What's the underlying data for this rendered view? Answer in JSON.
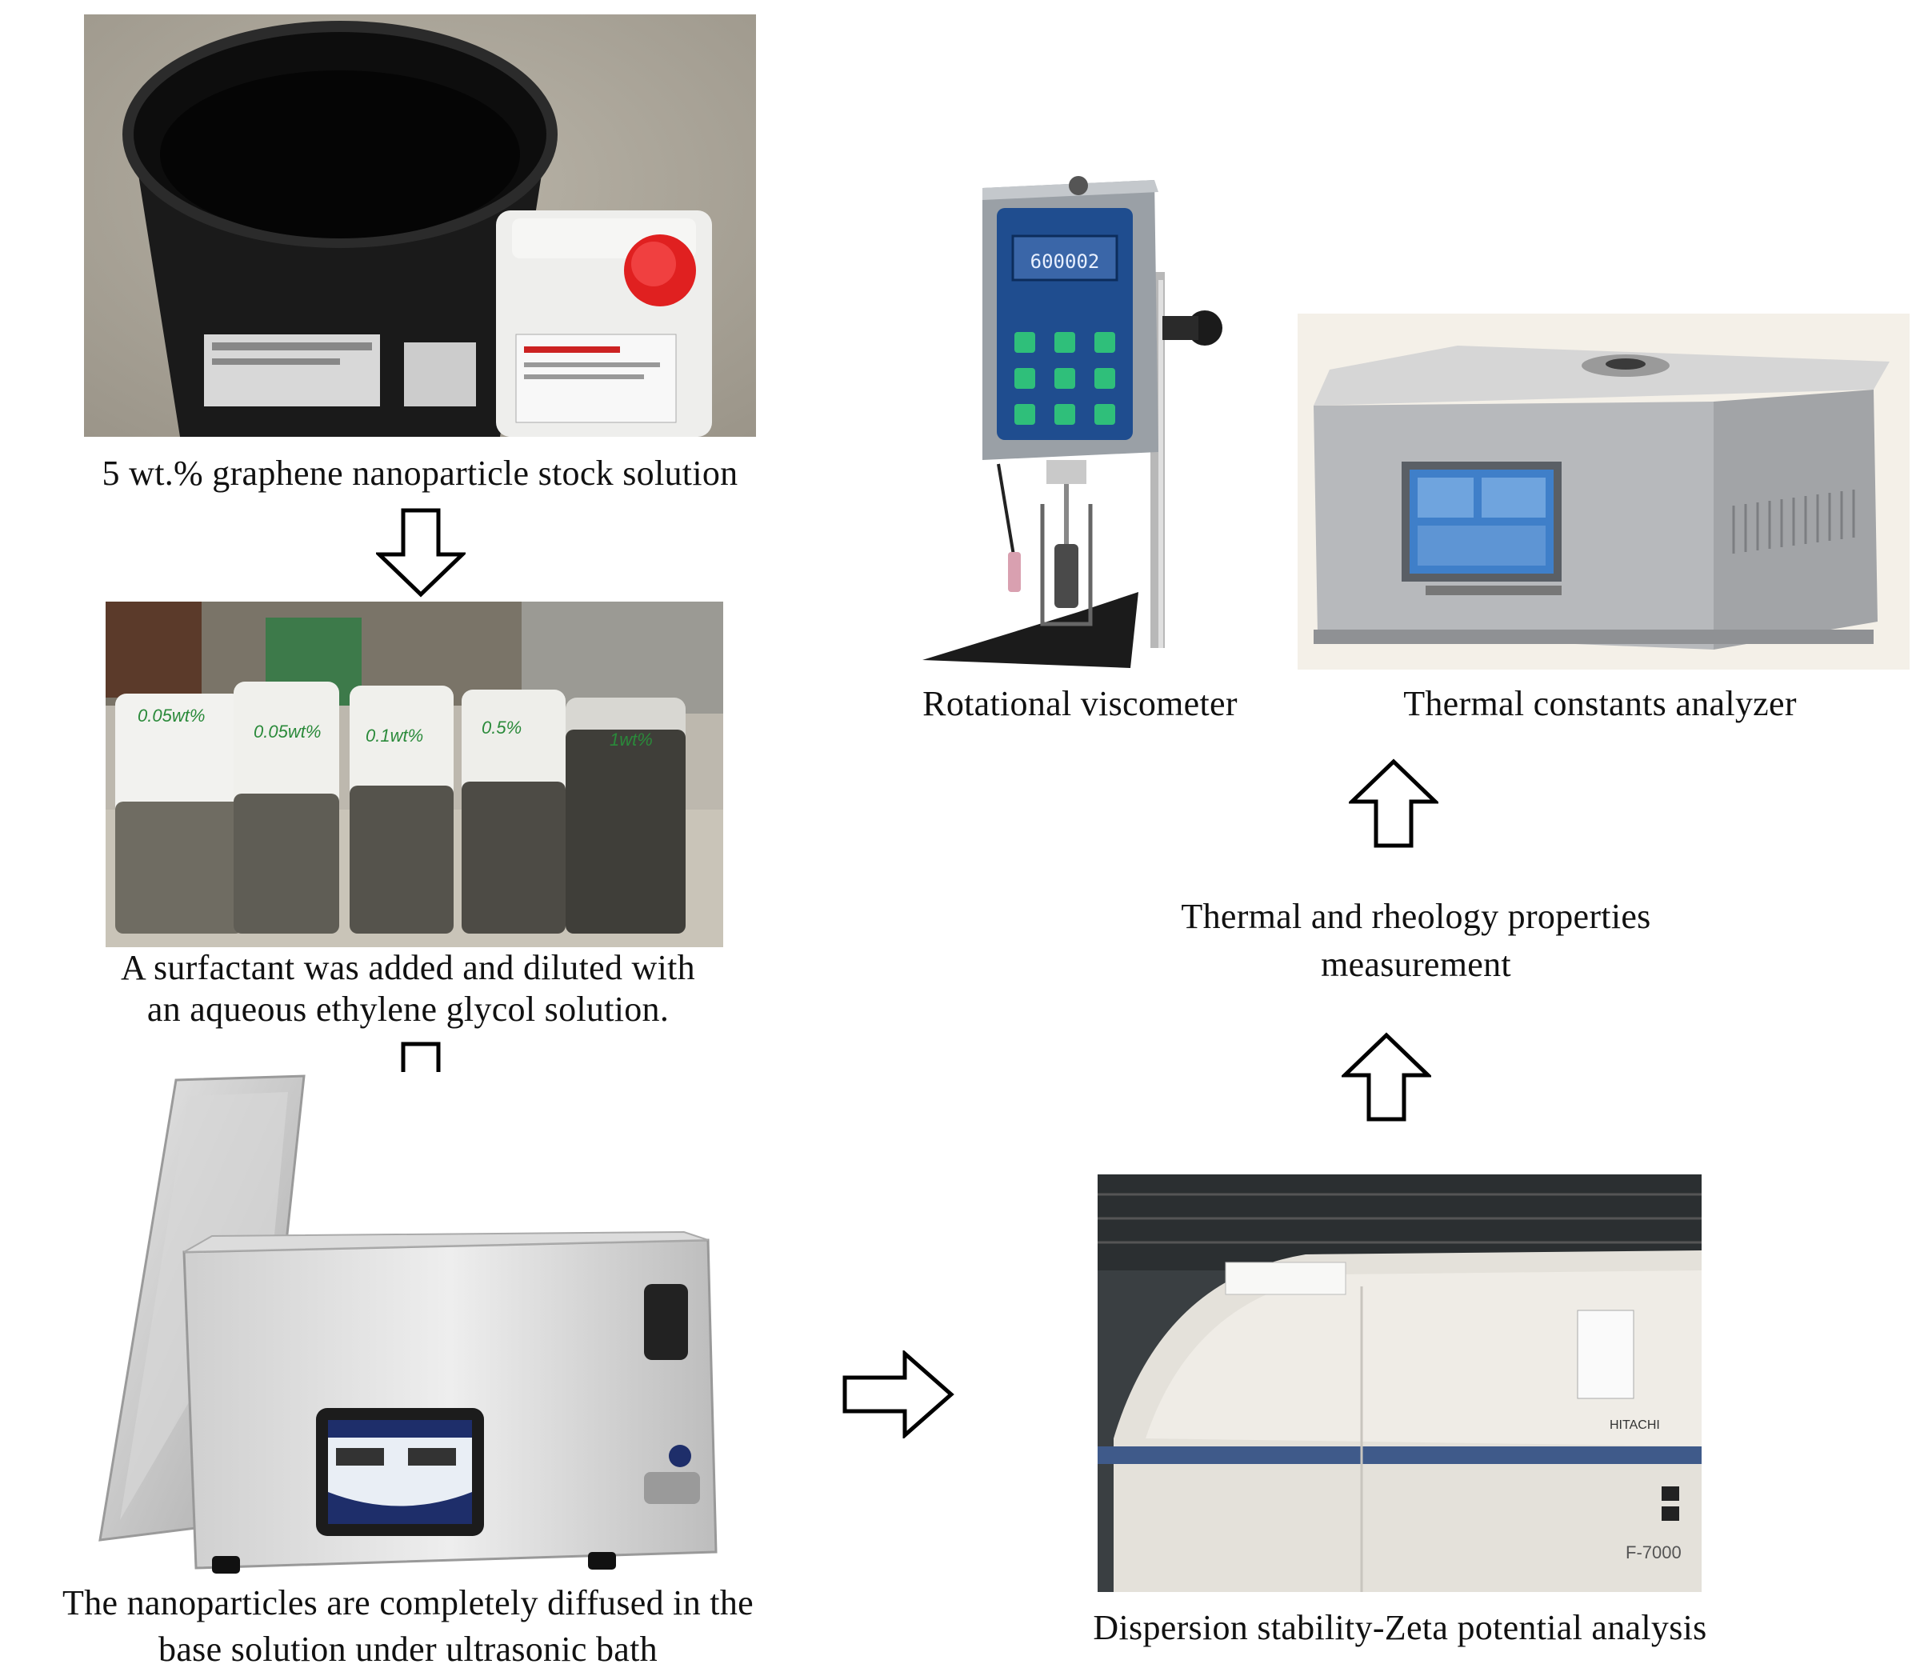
{
  "steps": {
    "stock": {
      "caption": "5 wt.% graphene nanoparticle stock solution"
    },
    "dilute": {
      "caption_line1": "A surfactant was added and diluted with",
      "caption_line2": "an aqueous ethylene glycol solution.",
      "can_labels": [
        "0.05wt%",
        "0.05wt%",
        "0.1wt%",
        "0.5%",
        "1wt%"
      ]
    },
    "ultrasonic": {
      "caption_line1": "The nanoparticles are completely diffused in the",
      "caption_line2": "base solution under ultrasonic bath"
    },
    "zeta": {
      "caption": "Dispersion stability-Zeta potential analysis",
      "model": "F-7000",
      "brand": "HITACHI"
    },
    "measure": {
      "caption_line1": "Thermal and rheology properties",
      "caption_line2": "measurement"
    },
    "viscometer": {
      "caption": "Rotational viscometer",
      "display": "600002"
    },
    "analyzer": {
      "caption": "Thermal constants analyzer"
    }
  },
  "arrows": [
    {
      "name": "arrow-stock-to-dilute",
      "direction": "down"
    },
    {
      "name": "arrow-dilute-to-ultrasonic",
      "direction": "down"
    },
    {
      "name": "arrow-ultrasonic-to-zeta",
      "direction": "right"
    },
    {
      "name": "arrow-zeta-to-measure",
      "direction": "up"
    },
    {
      "name": "arrow-measure-to-instruments",
      "direction": "up"
    }
  ],
  "colors": {
    "arrow_stroke": "#000000",
    "arrow_fill": "#ffffff"
  }
}
